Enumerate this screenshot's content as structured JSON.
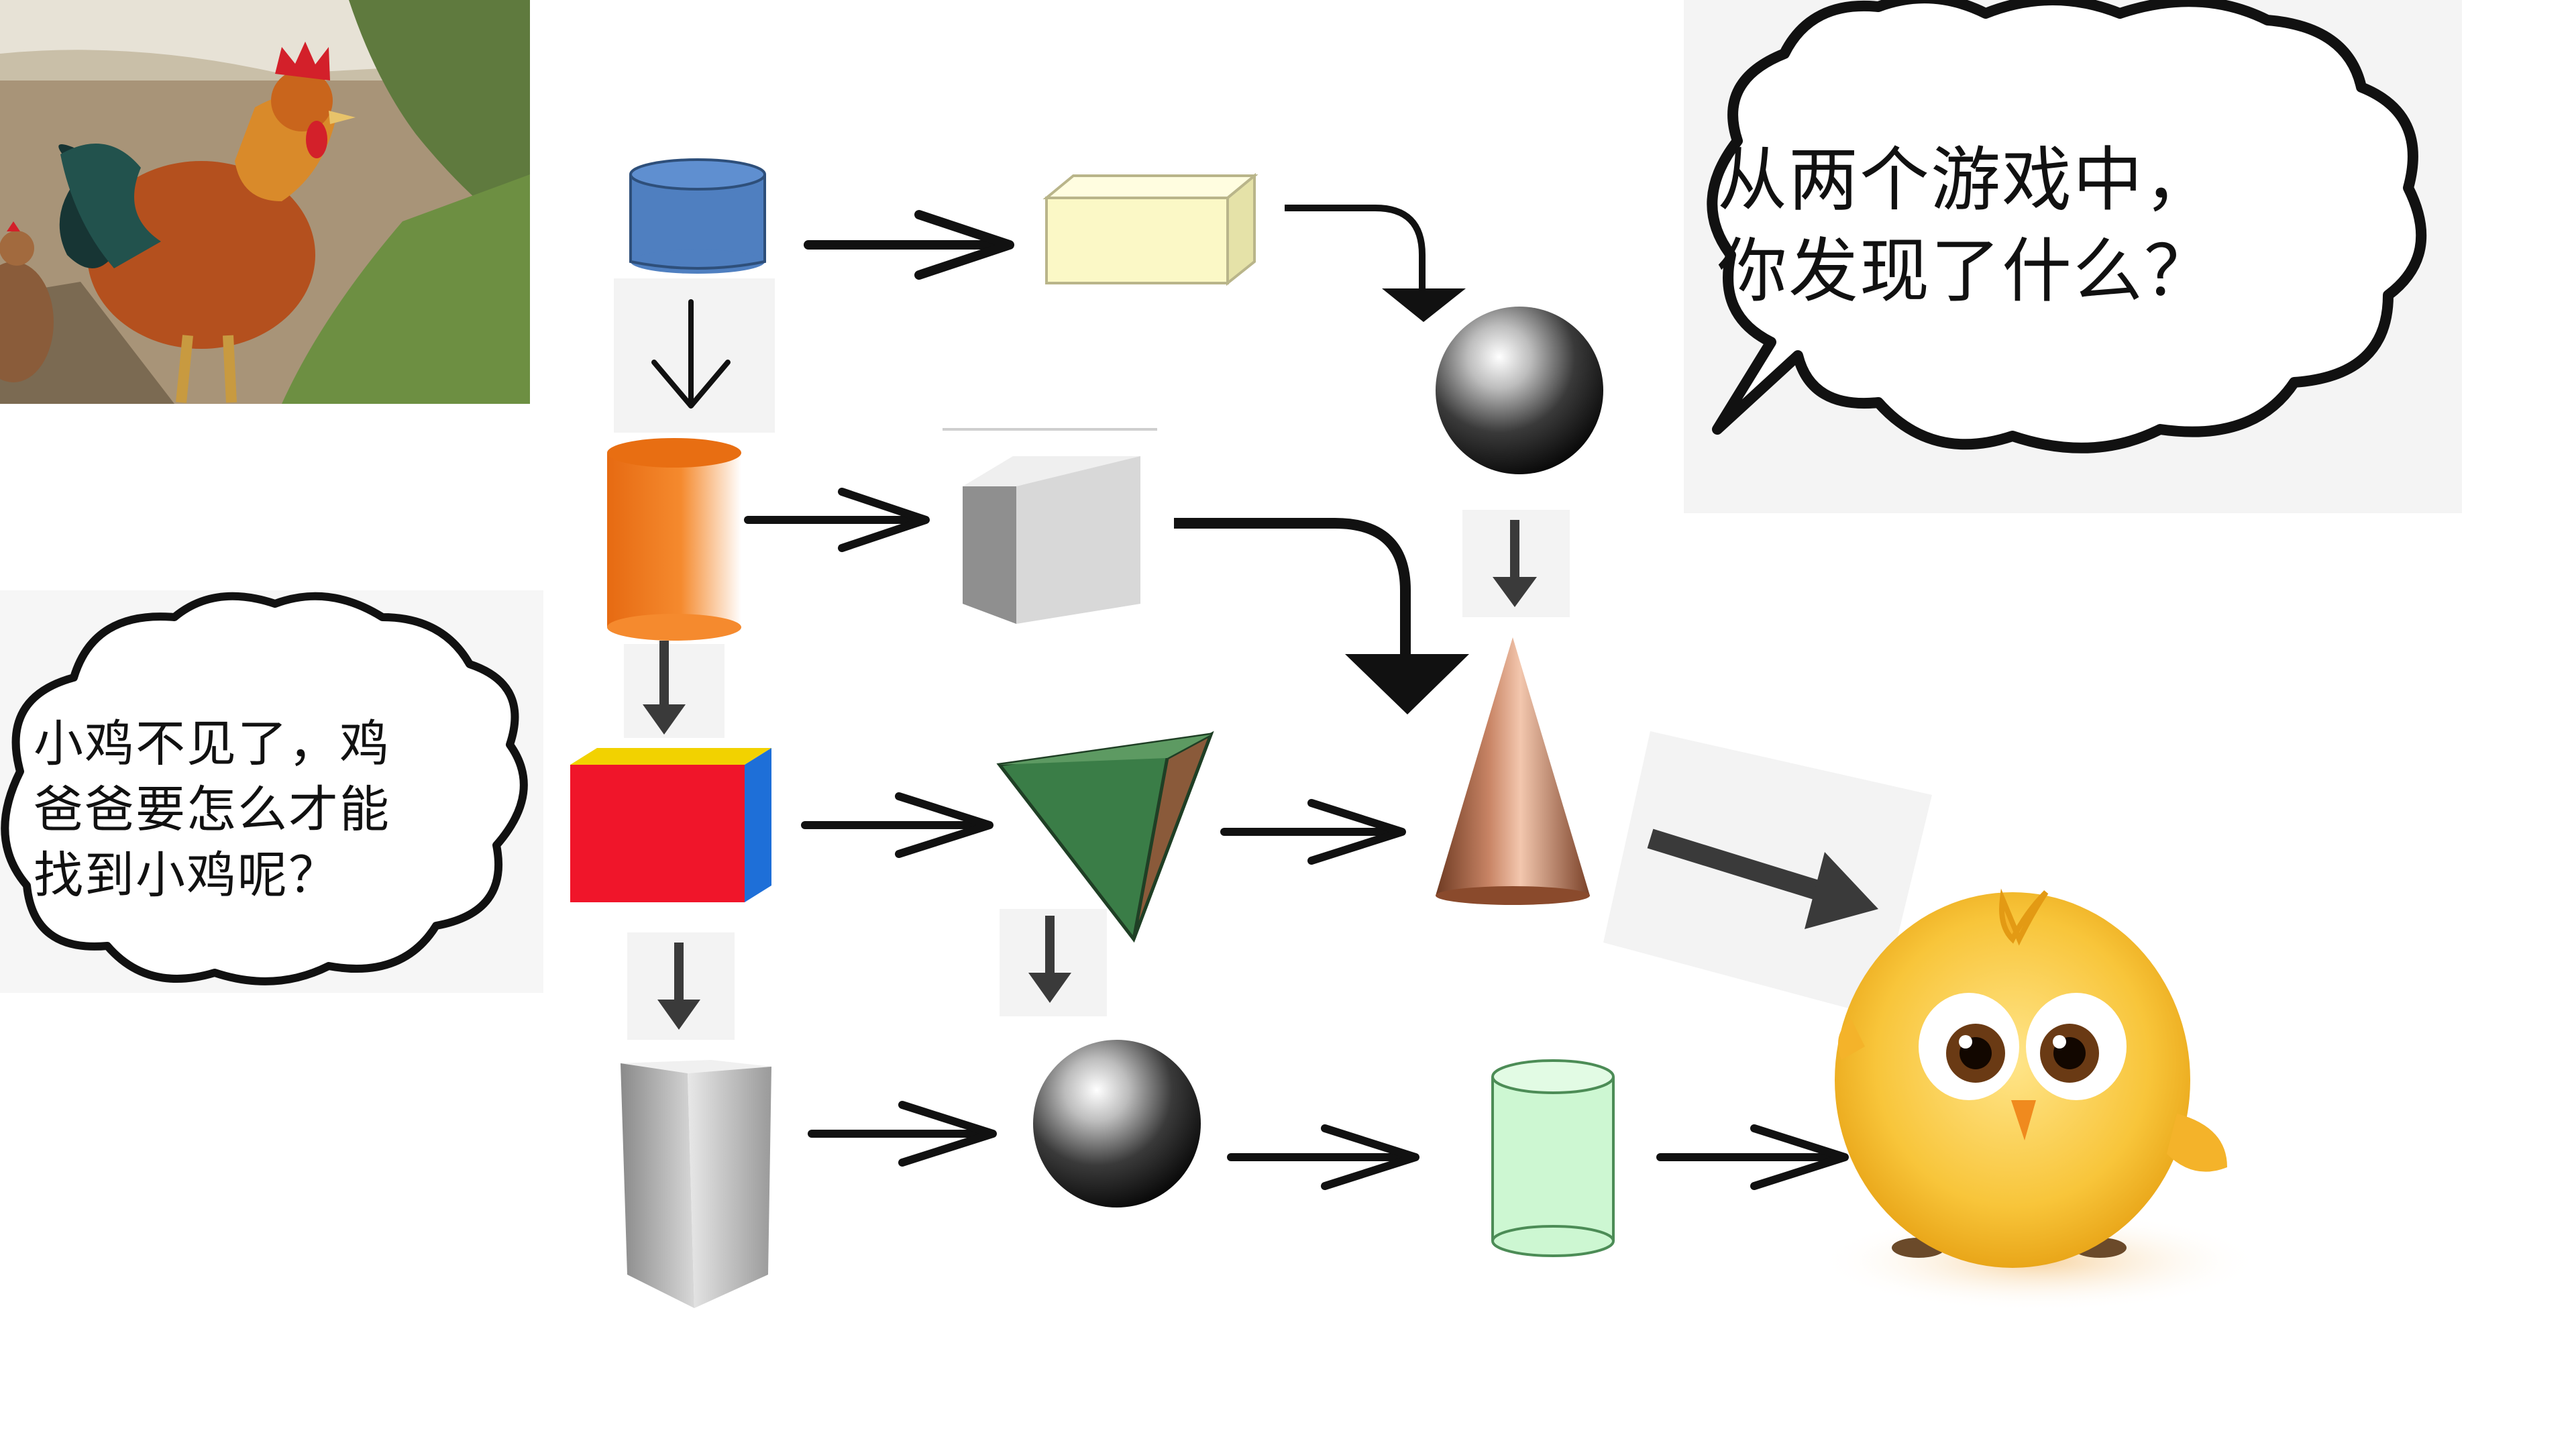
{
  "bubbles": {
    "top_right": {
      "line1": "从两个游戏中，",
      "line2": "你发现了什么？"
    },
    "left": {
      "line1": "小鸡不见了，鸡",
      "line2": "爸爸要怎么才能",
      "line3": "找到小鸡呢？"
    }
  },
  "colors": {
    "cylinder_blue": "#4f7fc0",
    "cuboid_yellow": "#fbf8c6",
    "cylinder_orange": "#f07a1e",
    "cube_gray": "#d9d9d9",
    "cube_red": "#f0152a",
    "cube_yellow_top": "#f2d200",
    "cube_blue_side": "#1e6fd8",
    "pyramid_green": "#3a7d47",
    "pyramid_brown": "#8a5a3a",
    "cone_copper": "#b87355",
    "cylinder_green": "#cdf7d2",
    "chick_yellow": "#f8c53a"
  },
  "shapes": [
    "blue-cylinder",
    "yellow-cuboid",
    "black-sphere",
    "orange-cylinder",
    "gray-cube",
    "copper-cone",
    "colored-cube",
    "green-pyramid",
    "gray-prism",
    "black-sphere-2",
    "green-cylinder"
  ],
  "icons": [
    "rooster-picture",
    "chick-picture",
    "thought-cloud"
  ]
}
